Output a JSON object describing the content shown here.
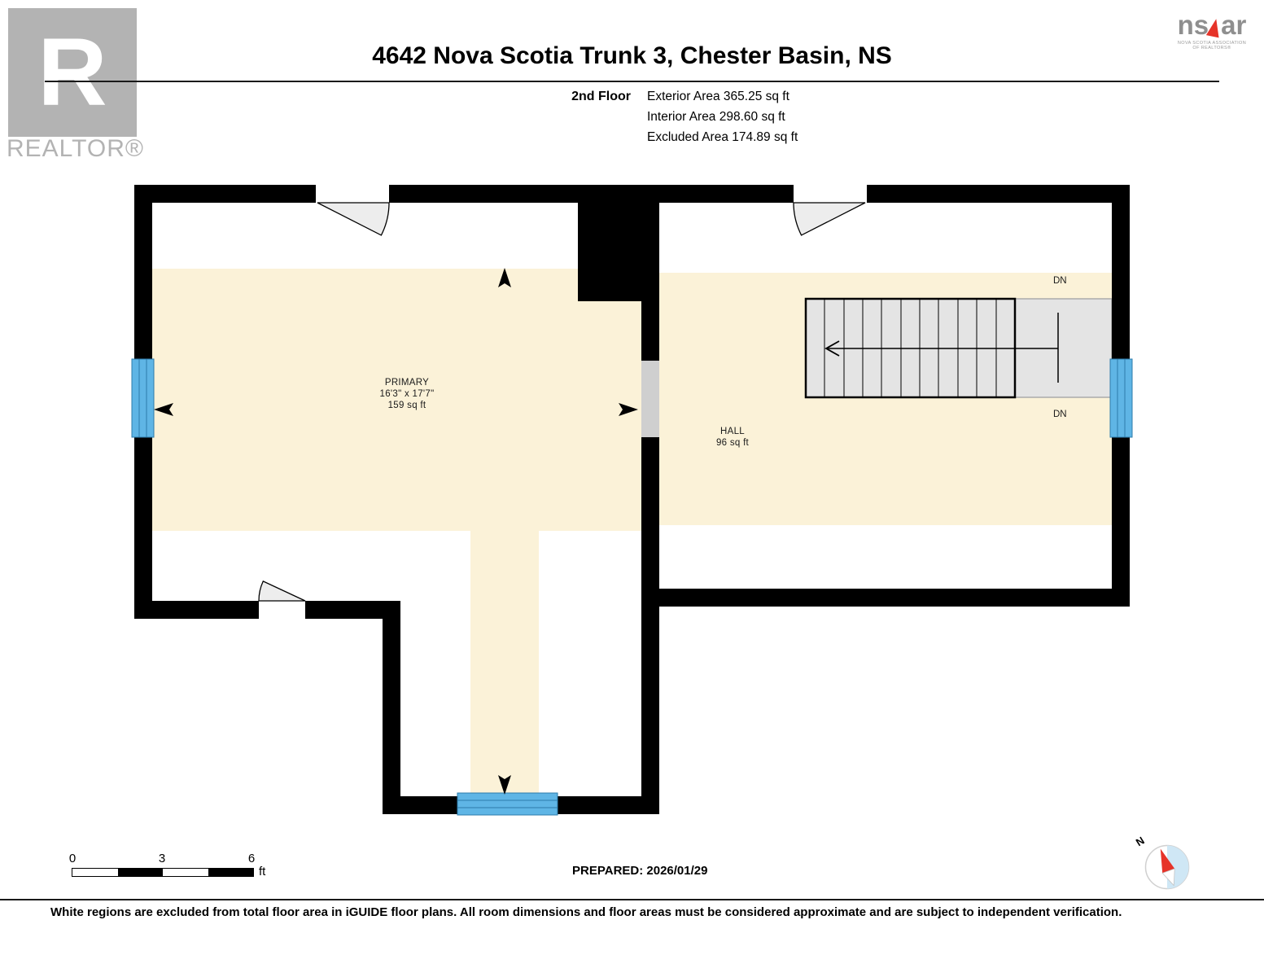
{
  "header": {
    "realtor": {
      "letter": "R",
      "label": "REALTOR®"
    },
    "title": "4642 Nova Scotia Trunk 3, Chester Basin, NS",
    "floor_label": "2nd Floor",
    "areas": [
      "Exterior Area 365.25 sq ft",
      "Interior Area 298.60 sq ft",
      "Excluded Area 174.89 sq ft"
    ],
    "nsar": {
      "ns": "ns",
      "ar": "ar",
      "caption1": "NOVA SCOTIA ASSOCIATION",
      "caption2": "OF REALTORS®"
    }
  },
  "plan": {
    "rooms": [
      {
        "name": "PRIMARY",
        "dims": "16'3\" x 17'7\"",
        "area": "159 sq ft"
      },
      {
        "name": "HALL",
        "area": "96 sq ft"
      }
    ],
    "stairs": {
      "dn_top": "DN",
      "dn_bottom": "DN"
    },
    "colors": {
      "floor": "#fbf2d8",
      "wall": "#000000",
      "window": "#5fb5e5",
      "stairs": "#e4e4e4",
      "door": "#ededed",
      "opening": "#cfcfcf"
    }
  },
  "footer": {
    "scale": {
      "ticks": [
        "0",
        "3",
        "6"
      ],
      "unit": "ft"
    },
    "prepared": "PREPARED: 2026/01/29",
    "compass": "N",
    "disclaimer": "White regions are excluded from total floor area in iGUIDE floor plans. All room dimensions and floor areas must be considered approximate and are subject to independent verification."
  }
}
